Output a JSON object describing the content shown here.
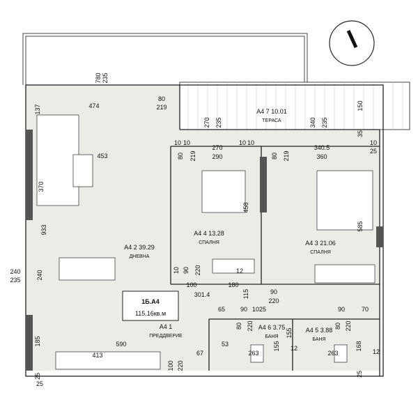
{
  "apartment": {
    "code": "1Б.А4",
    "area": "115.16кв.м"
  },
  "rooms": [
    {
      "id": "A4 1",
      "name": "ПРЕДДВЕРИЕ",
      "area": ""
    },
    {
      "id": "A4 2",
      "name": "ДНЕВНА",
      "area": "39.29"
    },
    {
      "id": "A4 3",
      "name": "СПАЛНЯ",
      "area": "21.06"
    },
    {
      "id": "A4 4",
      "name": "СПАЛНЯ",
      "area": "13.28"
    },
    {
      "id": "A4 5",
      "name": "БАНЯ",
      "area": "3.88"
    },
    {
      "id": "A4 6",
      "name": "БАНЯ",
      "area": "3.75"
    },
    {
      "id": "A4 7",
      "name": "ТЕРАСА",
      "area": "10.01"
    }
  ],
  "dimensions": [
    "780",
    "235",
    "474",
    "80",
    "219",
    "137",
    "453",
    "370",
    "933",
    "240",
    "240",
    "235",
    "185",
    "25",
    "413",
    "590",
    "270",
    "235",
    "340",
    "235",
    "150",
    "35",
    "10",
    "10",
    "80",
    "219",
    "270",
    "10",
    "10",
    "80",
    "219",
    "340.5",
    "10",
    "25",
    "290",
    "360",
    "458",
    "585",
    "10",
    "90",
    "220",
    "12",
    "100",
    "180",
    "301.4",
    "115",
    "65",
    "90",
    "1025",
    "90",
    "220",
    "90",
    "70",
    "155",
    "80",
    "220",
    "80",
    "220",
    "12",
    "53",
    "155",
    "12",
    "168",
    "100",
    "220",
    "67",
    "263",
    "263",
    "25",
    "25"
  ],
  "compass": {
    "north_icon": "north-arrow-icon"
  }
}
